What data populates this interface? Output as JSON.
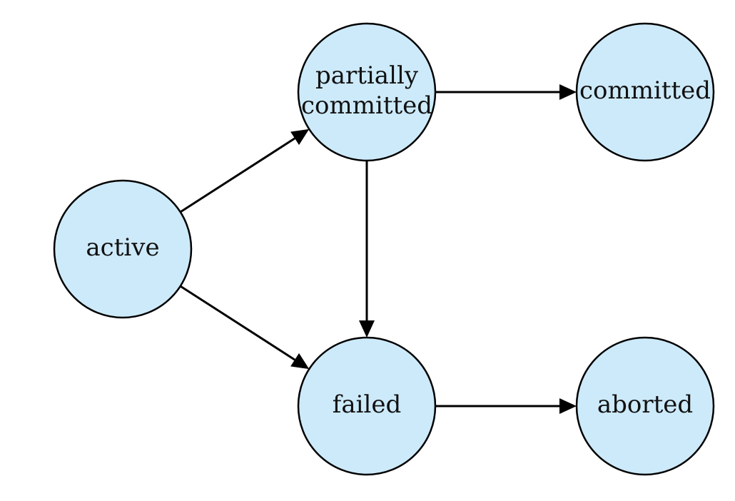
{
  "colors": {
    "node_fill": "#cdeafa",
    "node_stroke": "#000000",
    "edge": "#000000",
    "text": "#111111"
  },
  "nodes": [
    {
      "id": "active",
      "lines": [
        "active"
      ]
    },
    {
      "id": "partially_committed",
      "lines": [
        "partially",
        "committed"
      ]
    },
    {
      "id": "committed",
      "lines": [
        "committed"
      ]
    },
    {
      "id": "failed",
      "lines": [
        "failed"
      ]
    },
    {
      "id": "aborted",
      "lines": [
        "aborted"
      ]
    }
  ],
  "edges": [
    {
      "from": "active",
      "to": "partially_committed"
    },
    {
      "from": "active",
      "to": "failed"
    },
    {
      "from": "partially_committed",
      "to": "committed"
    },
    {
      "from": "partially_committed",
      "to": "failed"
    },
    {
      "from": "failed",
      "to": "aborted"
    }
  ]
}
